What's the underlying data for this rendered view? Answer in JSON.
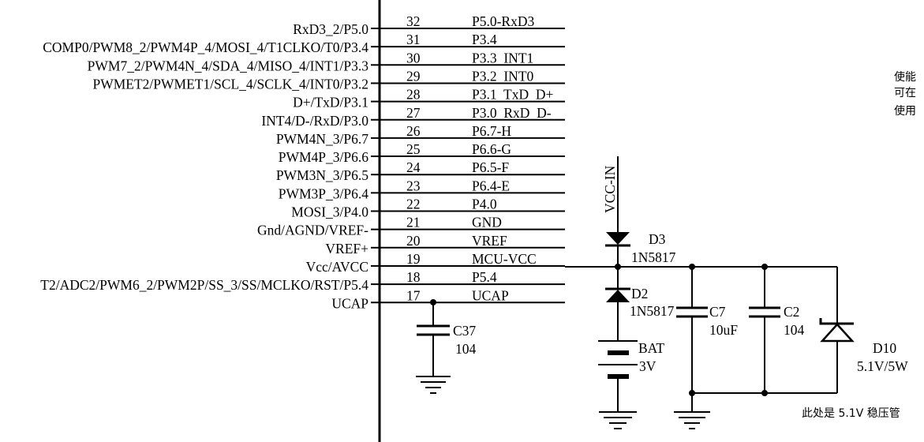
{
  "pins": [
    {
      "left": "RxD3_2/P5.0",
      "num": "32",
      "name": "P5.0-RxD3"
    },
    {
      "left": "COMP0/PWM8_2/PWM4P_4/MOSI_4/T1CLKO/T0/P3.4",
      "num": "31",
      "name": "P3.4"
    },
    {
      "left": "PWM7_2/PWM4N_4/SDA_4/MISO_4/INT1/P3.3",
      "num": "30",
      "name": "P3.3  INT1"
    },
    {
      "left": "PWMET2/PWMET1/SCL_4/SCLK_4/INT0/P3.2",
      "num": "29",
      "name": "P3.2  INT0"
    },
    {
      "left": "D+/TxD/P3.1",
      "num": "28",
      "name": "P3.1  TxD  D+"
    },
    {
      "left": "INT4/D-/RxD/P3.0",
      "num": "27",
      "name": "P3.0  RxD  D-"
    },
    {
      "left": "PWM4N_3/P6.7",
      "num": "26",
      "name": "P6.7-H"
    },
    {
      "left": "PWM4P_3/P6.6",
      "num": "25",
      "name": "P6.6-G"
    },
    {
      "left": "PWM3N_3/P6.5",
      "num": "24",
      "name": "P6.5-F"
    },
    {
      "left": "PWM3P_3/P6.4",
      "num": "23",
      "name": "P6.4-E"
    },
    {
      "left": "MOSI_3/P4.0",
      "num": "22",
      "name": "P4.0"
    },
    {
      "left": "Gnd/AGND/VREF-",
      "num": "21",
      "name": "GND"
    },
    {
      "left": "VREF+",
      "num": "20",
      "name": "VREF"
    },
    {
      "left": "Vcc/AVCC",
      "num": "19",
      "name": "MCU-VCC"
    },
    {
      "left": "T2/ADC2/PWM6_2/PWM2P/SS_3/SS/MCLKO/RST/P5.4",
      "num": "18",
      "name": "P5.4"
    },
    {
      "left": "UCAP",
      "num": "17",
      "name": "UCAP"
    }
  ],
  "components": {
    "c37": {
      "ref": "C37",
      "value": "104"
    },
    "vcc_in": {
      "label": "VCC-IN"
    },
    "d3": {
      "ref": "D3",
      "part": "1N5817"
    },
    "d2": {
      "ref": "D2",
      "part": "1N5817"
    },
    "bat": {
      "ref": "BAT",
      "value": "3V"
    },
    "c7": {
      "ref": "C7",
      "value": "10uF"
    },
    "c2": {
      "ref": "C2",
      "value": "104"
    },
    "d10": {
      "ref": "D10",
      "value": "5.1V/5W"
    }
  },
  "notes": {
    "zener_note": "此处是 5.1V 稳压管",
    "side_note_lines": [
      "使能",
      "可在",
      "使用"
    ]
  }
}
